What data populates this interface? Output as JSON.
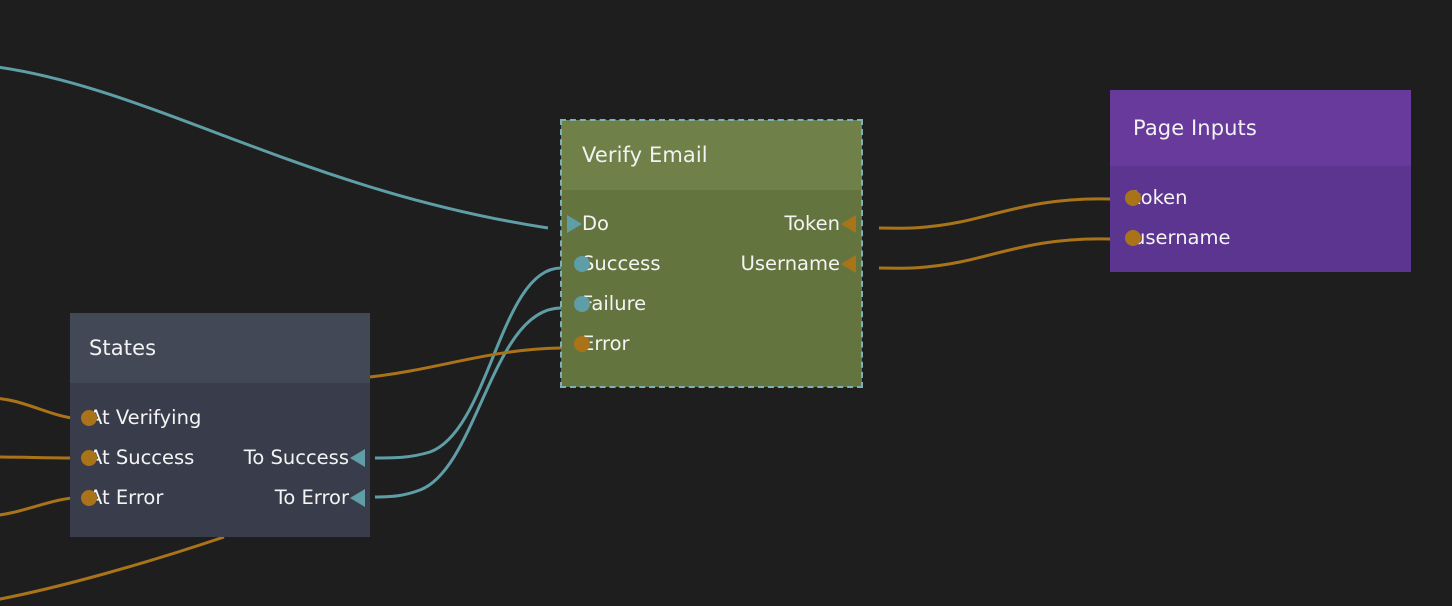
{
  "canvas": {
    "background_color": "#1e1e1e",
    "wire_colors": {
      "exec": "#5f9ea6",
      "data": "#a97419"
    }
  },
  "nodes": [
    {
      "id": "verify-email",
      "title": "Verify Email",
      "selected": true,
      "header_color": "#6f8049",
      "body_color": "#64743f",
      "selection_color": "#7fb0b8",
      "inputs": [
        {
          "label": "Do",
          "port": "arrow",
          "color": "#5f9ea6"
        },
        {
          "label": "Success",
          "port": "dot",
          "color": "#5f9ea6"
        },
        {
          "label": "Failure",
          "port": "dot",
          "color": "#5f9ea6"
        },
        {
          "label": "Error",
          "port": "dot",
          "color": "#a97419"
        }
      ],
      "outputs": [
        {
          "label": "Token",
          "port": "arrow",
          "color": "#a97419"
        },
        {
          "label": "Username",
          "port": "arrow",
          "color": "#a97419"
        }
      ]
    },
    {
      "id": "page-inputs",
      "title": "Page Inputs",
      "selected": false,
      "header_color": "#673a9c",
      "body_color": "#5b3590",
      "inputs": [
        {
          "label": "token",
          "port": "dot",
          "color": "#a97419"
        },
        {
          "label": "username",
          "port": "dot",
          "color": "#a97419"
        }
      ],
      "outputs": []
    },
    {
      "id": "states",
      "title": "States",
      "selected": false,
      "header_color": "#434857",
      "body_color": "#393d4b",
      "inputs": [
        {
          "label": "At Verifying",
          "port": "dot",
          "color": "#a97419"
        },
        {
          "label": "At Success",
          "port": "dot",
          "color": "#a97419"
        },
        {
          "label": "At Error",
          "port": "dot",
          "color": "#a97419"
        }
      ],
      "outputs": [
        {
          "label": "To Success",
          "port": "arrow",
          "color": "#5f9ea6"
        },
        {
          "label": "To Error",
          "port": "arrow",
          "color": "#5f9ea6"
        }
      ]
    }
  ],
  "connections": [
    {
      "name": "incoming-exec-to-do",
      "type": "exec",
      "from": "offscreen-left",
      "to": "verify-email.Do"
    },
    {
      "name": "success-to-to-success",
      "type": "exec",
      "from": "verify-email.Success",
      "to": "states.To Success"
    },
    {
      "name": "failure-to-to-error",
      "type": "exec",
      "from": "verify-email.Failure",
      "to": "states.To Error"
    },
    {
      "name": "states-to-error-input",
      "type": "data",
      "from": "states",
      "to": "verify-email.Error"
    },
    {
      "name": "token-to-token",
      "type": "data",
      "from": "page-inputs.token",
      "to": "verify-email.Token"
    },
    {
      "name": "username-to-username",
      "type": "data",
      "from": "page-inputs.username",
      "to": "verify-email.Username"
    },
    {
      "name": "offscreen-to-at-verifying",
      "type": "data",
      "from": "offscreen-left",
      "to": "states.At Verifying"
    },
    {
      "name": "offscreen-to-at-success",
      "type": "data",
      "from": "offscreen-left",
      "to": "states.At Success"
    },
    {
      "name": "offscreen-to-at-error",
      "type": "data",
      "from": "offscreen-left",
      "to": "states.At Error"
    },
    {
      "name": "states-bottom-outgoing",
      "type": "data",
      "from": "states",
      "to": "offscreen-left-bottom"
    }
  ]
}
